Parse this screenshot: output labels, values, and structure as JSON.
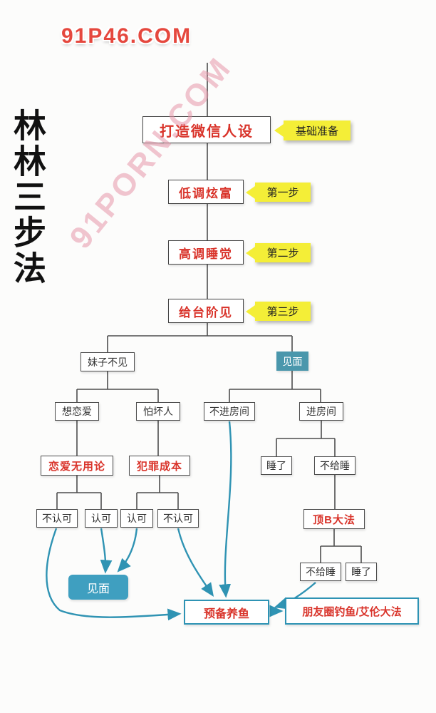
{
  "watermark_top": "91P46.COM",
  "watermark_diagonal": "91PORN.COM",
  "side_title": "林林三步法",
  "colors": {
    "red_text": "#d9342b",
    "yellow_tag": "#f4ee37",
    "teal_fill": "#4a97ac",
    "teal_round": "#3f9fc0",
    "teal_outline": "#2e93b4",
    "tree_line": "#4d4d4d",
    "arrow": "#2f93b3"
  },
  "nodes": {
    "persona": "打造微信人设",
    "tag_base": "基础准备",
    "step1": "低调炫富",
    "tag_step1": "第一步",
    "step2": "高调睡觉",
    "tag_step2": "第二步",
    "step3": "给台阶见",
    "tag_step3": "第三步",
    "no_meet": "妹子不见",
    "meet": "见面",
    "want_love": "想恋爱",
    "fear_bad": "怕坏人",
    "love_useless": "恋爱无用论",
    "crime_cost": "犯罪成本",
    "disagree1": "不认可",
    "agree1": "认可",
    "agree2": "认可",
    "disagree2": "不认可",
    "no_room": "不进房间",
    "enter_room": "进房间",
    "slept1": "睡了",
    "no_sleep1": "不给睡",
    "dingb": "顶B大法",
    "no_sleep2": "不给睡",
    "slept2": "睡了",
    "meet2": "见面",
    "fish_prep": "预备养鱼",
    "moments": "朋友圈钓鱼/艾伦大法"
  }
}
